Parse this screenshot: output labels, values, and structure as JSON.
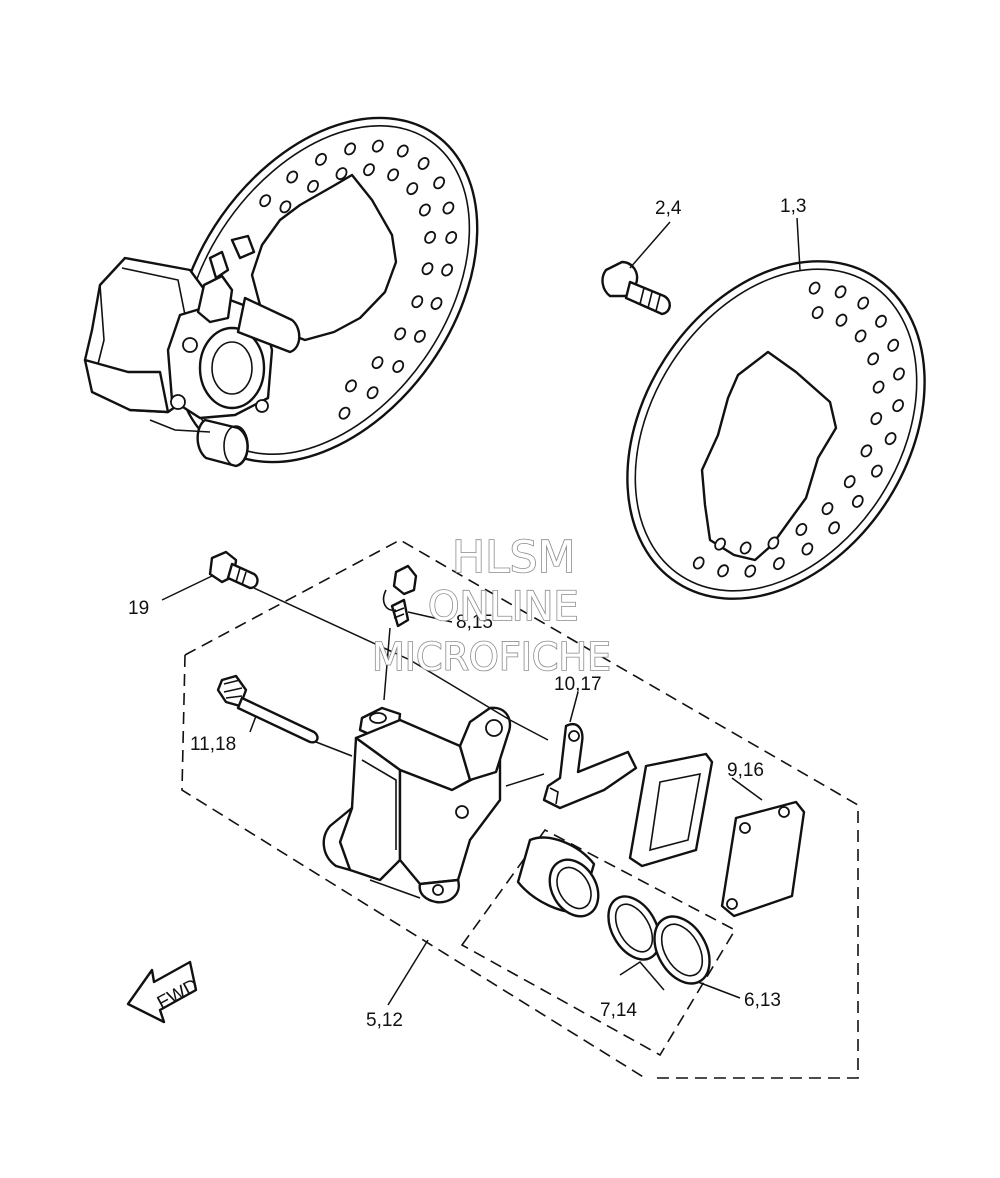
{
  "callouts": {
    "c_2_4": "2,4",
    "c_1_3": "1,3",
    "c_19": "19",
    "c_8_15": "8,15",
    "c_10_17": "10,17",
    "c_11_18": "11,18",
    "c_9_16": "9,16",
    "c_5_12": "5,12",
    "c_7_14": "7,14",
    "c_6_13": "6,13"
  },
  "watermark": {
    "line1": "HLSM",
    "line2": "ONLINE",
    "line3": "MICROFICHE"
  },
  "direction_label": "FWD",
  "colors": {
    "line": "#111111",
    "background": "#ffffff",
    "watermark_outline": "#8a8a8a"
  }
}
